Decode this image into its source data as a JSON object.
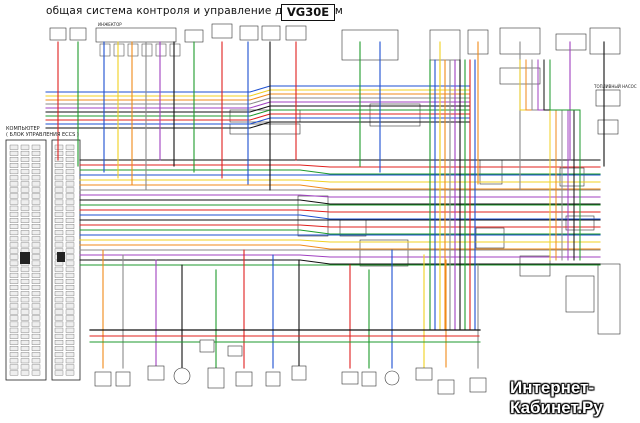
{
  "header": {
    "title": "общая система контроля и управление двигателем",
    "model": "VG30E"
  },
  "computer_label": {
    "line1": "КОМПЬЮТЕР",
    "line2": "( БЛОК УПРАВЛЕНИЯ ECCS )"
  },
  "labels": {
    "injector": "ИНЖЕКТОР",
    "fuel_pump": "ТОПЛИВНЫЙ НАСОС"
  },
  "watermark": {
    "line1": "Интернет-",
    "line2": "Кабинет.Ру"
  },
  "colors": {
    "red": "#e0201e",
    "green": "#1e9a2c",
    "blue": "#1d4fd0",
    "yellow": "#f0d020",
    "orange": "#f08a18",
    "black": "#111111",
    "gray": "#8a8a8a",
    "purple": "#a040c0",
    "white_wire": "#d8d8d8"
  }
}
